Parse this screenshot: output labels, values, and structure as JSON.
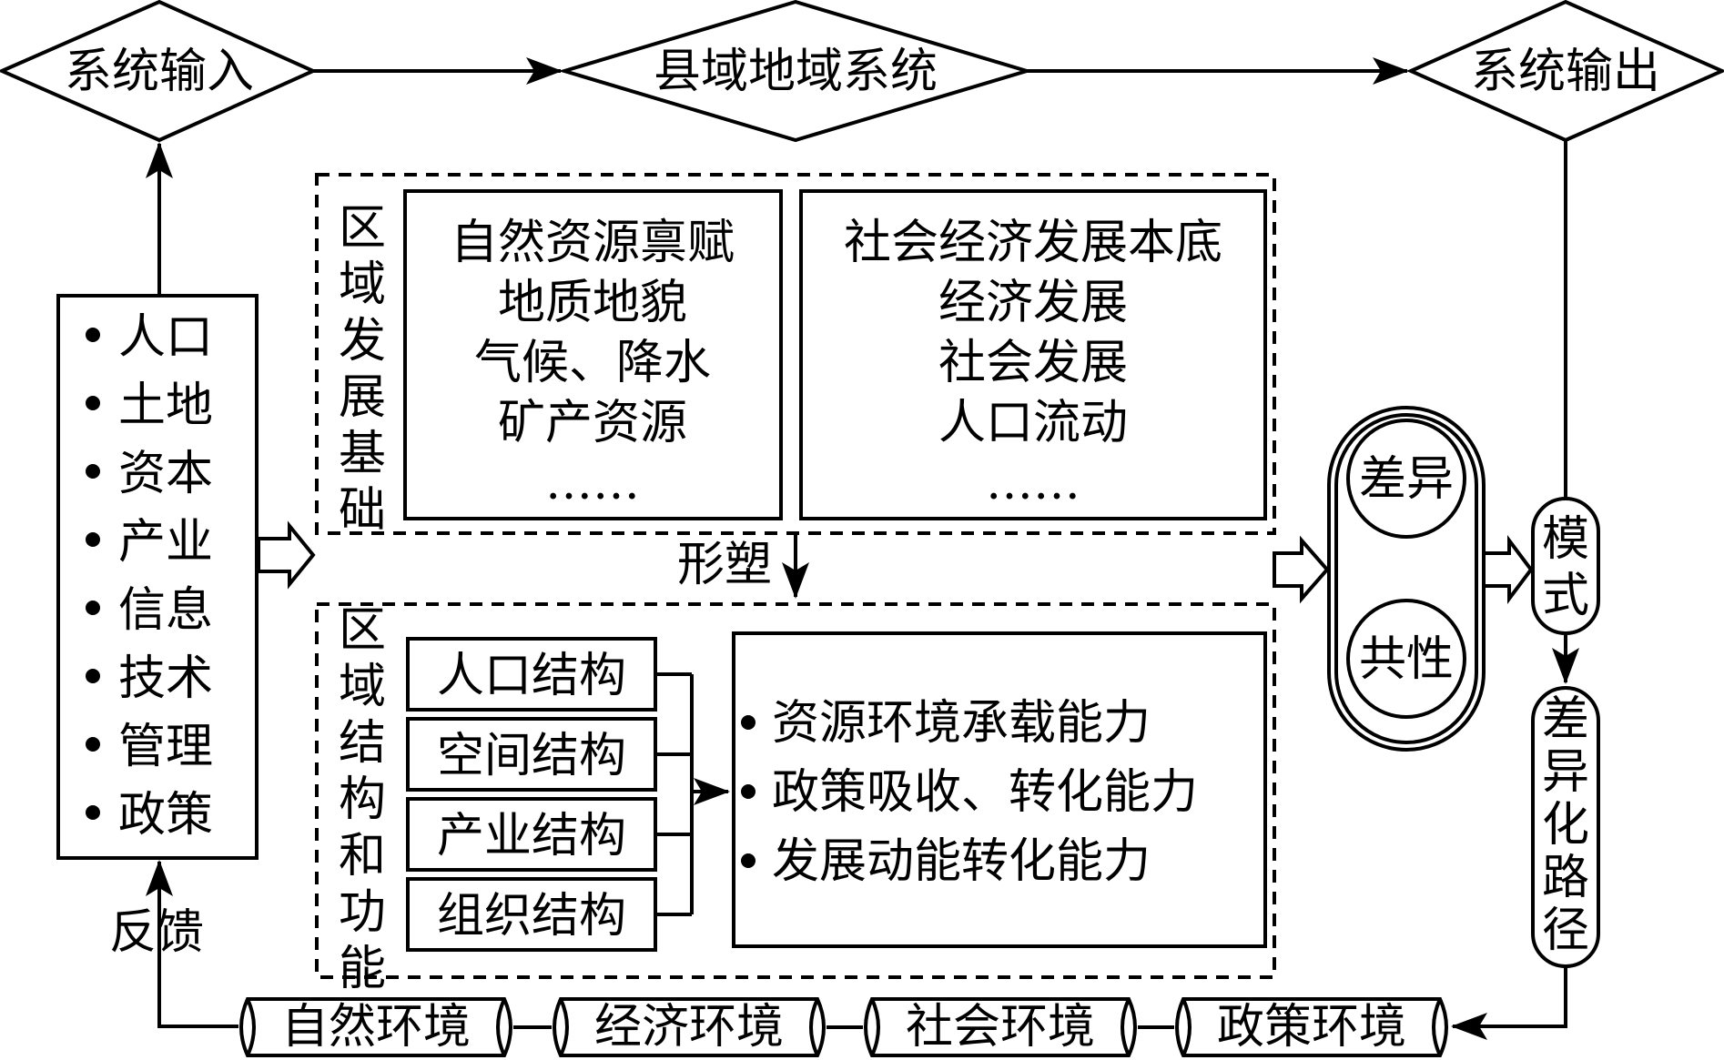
{
  "top": {
    "input": "系统输入",
    "system": "县域地域系统",
    "output": "系统输出"
  },
  "factors": [
    "人口",
    "土地",
    "资本",
    "产业",
    "信息",
    "技术",
    "管理",
    "政策"
  ],
  "feedback": "反馈",
  "foundation": {
    "label": "区域发展基础",
    "natural": [
      "自然资源禀赋",
      "地质地貌",
      "气候、降水",
      "矿产资源",
      "……"
    ],
    "social": [
      "社会经济发展本底",
      "经济发展",
      "社会发展",
      "人口流动",
      "……"
    ]
  },
  "shape_label": "形塑",
  "structure": {
    "label": "区域结构和功能",
    "items": [
      "人口结构",
      "空间结构",
      "产业结构",
      "组织结构"
    ],
    "capabilities": [
      "资源环境承载能力",
      "政策吸收、转化能力",
      "发展动能转化能力"
    ]
  },
  "diff": {
    "top": "差异",
    "bottom": "共性"
  },
  "mode": "模式",
  "path": "差异化路径",
  "environments": [
    "自然环境",
    "经济环境",
    "社会环境",
    "政策环境"
  ]
}
